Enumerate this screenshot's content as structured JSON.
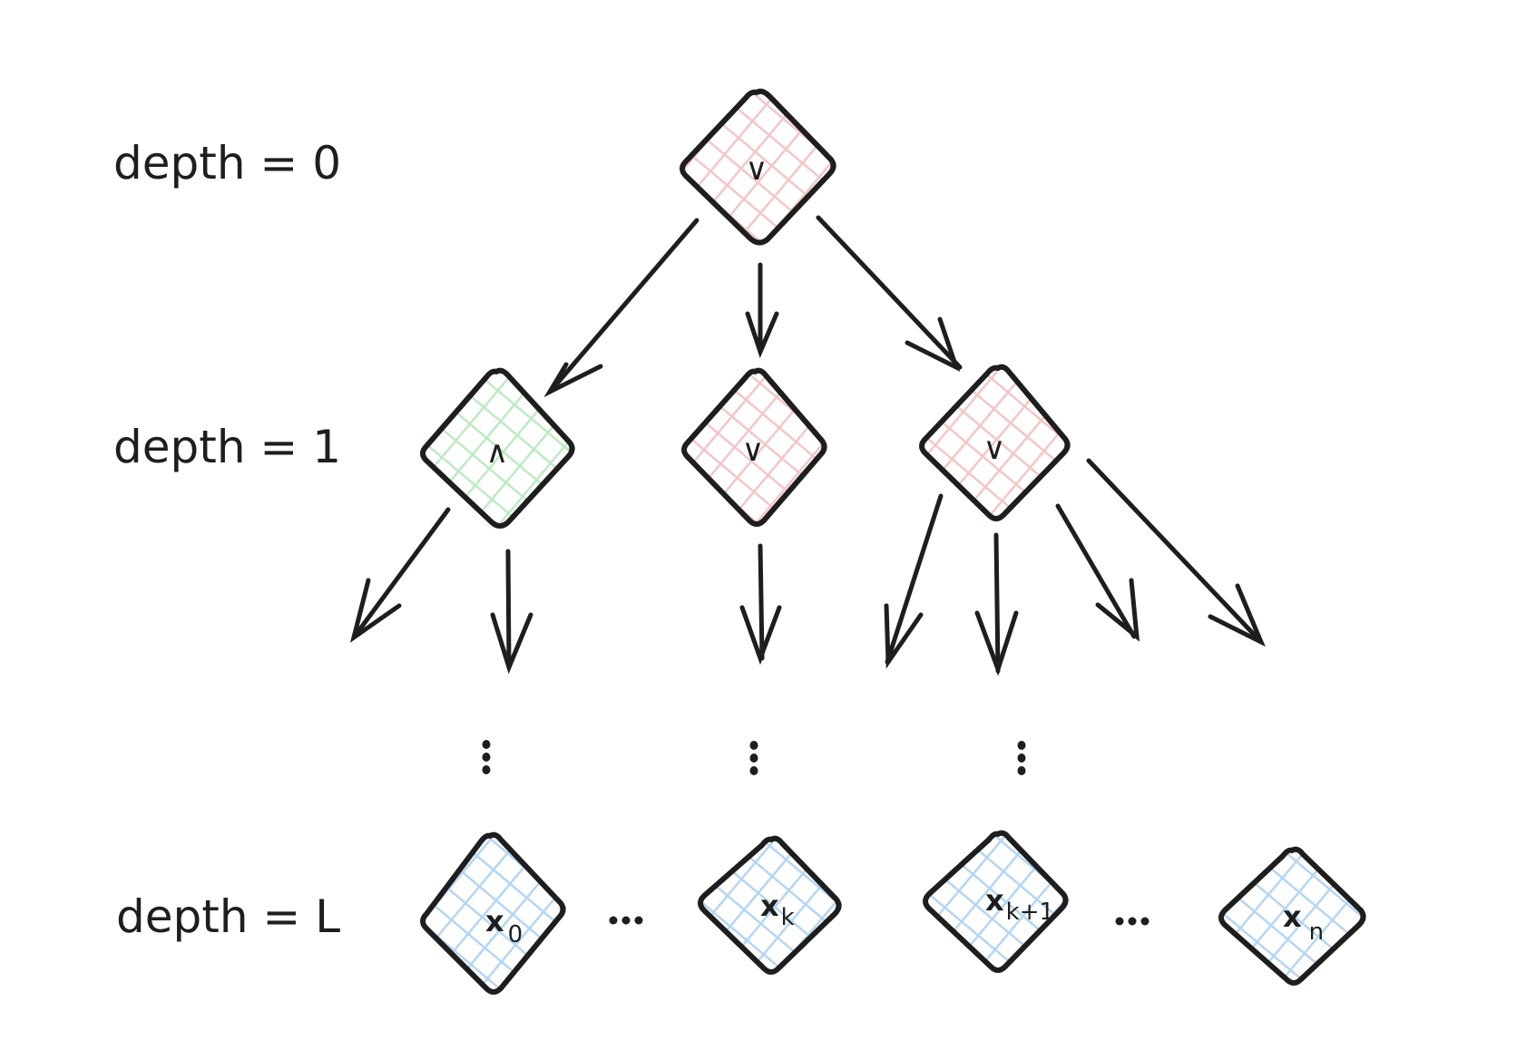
{
  "diagram": {
    "title": "Boolean circuit depth tree",
    "depth_labels": [
      "depth = 0",
      "depth = 1",
      "depth = L"
    ],
    "colors": {
      "or_gate_hatch": "#f4c6c5",
      "and_gate_hatch": "#bdebc1",
      "input_hatch": "#b4d6f5",
      "stroke": "#1e1e1e"
    },
    "nodes": [
      {
        "id": "root",
        "depth": "0",
        "type": "or",
        "label": "∨"
      },
      {
        "id": "d1-and",
        "depth": "1",
        "type": "and",
        "label": "∧"
      },
      {
        "id": "d1-or-mid",
        "depth": "1",
        "type": "or",
        "label": "∨"
      },
      {
        "id": "d1-or-right",
        "depth": "1",
        "type": "or",
        "label": "∨"
      },
      {
        "id": "leaf-x0",
        "depth": "L",
        "type": "input",
        "label": "x",
        "subscript": "0"
      },
      {
        "id": "leaf-xk",
        "depth": "L",
        "type": "input",
        "label": "x",
        "subscript": "k"
      },
      {
        "id": "leaf-xk1",
        "depth": "L",
        "type": "input",
        "label": "x",
        "subscript": "k+1"
      },
      {
        "id": "leaf-xn",
        "depth": "L",
        "type": "input",
        "label": "x",
        "subscript": "n"
      }
    ],
    "edges": [
      {
        "from": "root",
        "to": "d1-and"
      },
      {
        "from": "root",
        "to": "d1-or-mid"
      },
      {
        "from": "root",
        "to": "d1-or-right"
      },
      {
        "from": "d1-and",
        "to": "below-left"
      },
      {
        "from": "d1-and",
        "to": "below"
      },
      {
        "from": "d1-or-mid",
        "to": "below"
      },
      {
        "from": "d1-or-right",
        "to": "below-left"
      },
      {
        "from": "d1-or-right",
        "to": "below"
      },
      {
        "from": "d1-or-right",
        "to": "below-right"
      },
      {
        "from": "d1-or-right",
        "to": "far-right"
      }
    ],
    "vertical_ellipsis": "⋮",
    "horizontal_ellipsis": "…"
  }
}
